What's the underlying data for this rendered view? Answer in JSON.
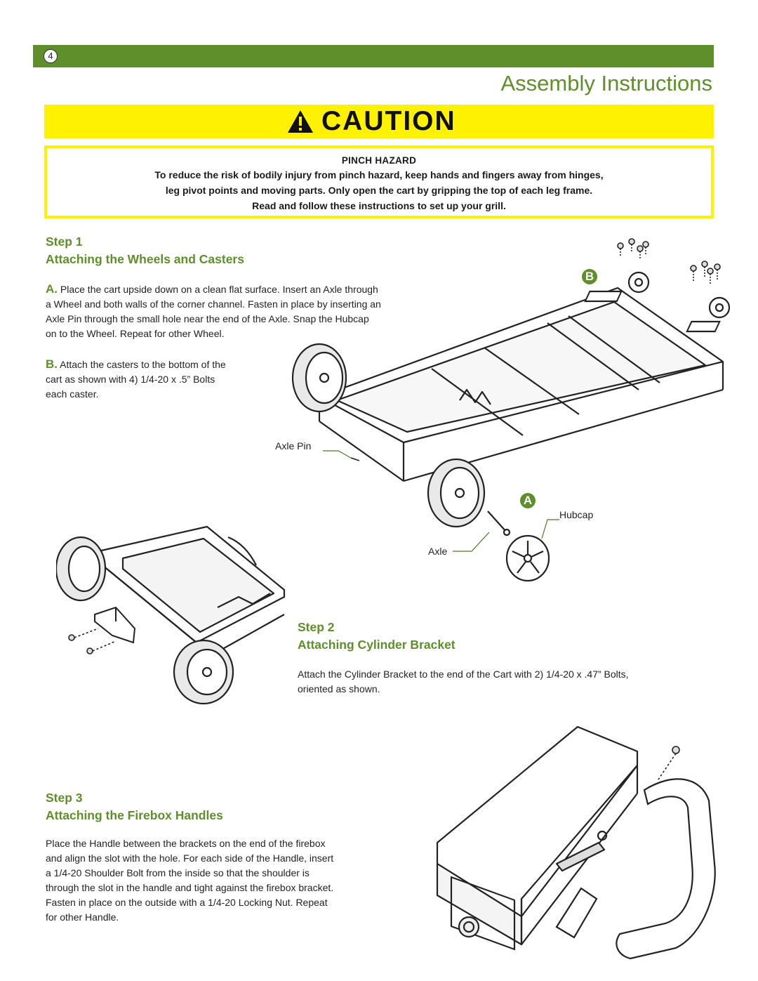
{
  "header": {
    "page_number": "4",
    "title": "Assembly Instructions"
  },
  "caution": {
    "word": "CAUTION",
    "icon": "warning-triangle-icon"
  },
  "hazard": {
    "title": "PINCH HAZARD",
    "lines": [
      "To reduce the risk of bodily injury from pinch hazard, keep hands and fingers away from hinges,",
      "leg pivot points and moving parts. Only open the cart by gripping the top of each leg frame.",
      "Read and follow these instructions to set up your grill."
    ]
  },
  "step1": {
    "step_label": "Step 1",
    "title": "Attaching the Wheels and Casters",
    "a_marker": "A.",
    "a_lines": [
      "Place the cart upside down on a clean flat surface. Insert an Axle through",
      "a Wheel and both walls of the corner channel. Fasten in place by inserting an",
      "Axle Pin through the small hole near the end of the Axle. Snap the Hubcap",
      "on to the Wheel. Repeat for other Wheel."
    ],
    "b_marker": "B.",
    "b_lines": [
      "Attach the casters to the bottom of the",
      "cart as shown with 4) 1/4-20 x .5” Bolts",
      "each caster."
    ],
    "callout_a": "A",
    "callout_b": "B",
    "labels": {
      "axle_pin": "Axle Pin",
      "hubcap": "Hubcap",
      "axle": "Axle"
    }
  },
  "step2": {
    "step_label": "Step 2",
    "title": "Attaching Cylinder Bracket",
    "lines": [
      "Attach the Cylinder Bracket to the end of the Cart with 2) 1/4-20 x .47” Bolts,",
      "oriented as shown."
    ]
  },
  "step3": {
    "step_label": "Step 3",
    "title": "Attaching the Firebox Handles",
    "lines": [
      "Place the Handle between the brackets on the end of the firebox",
      "and align the slot with the hole. For each side of the Handle, insert",
      "a 1/4-20 Shoulder Bolt from the inside so that the shoulder is",
      "through the slot in the handle and tight against the firebox bracket.",
      "Fasten in place on the outside with a 1/4-20 Locking Nut. Repeat",
      "for other Handle."
    ]
  },
  "colors": {
    "accent_green": "#5e8f2a",
    "caution_yellow": "#fff200"
  }
}
